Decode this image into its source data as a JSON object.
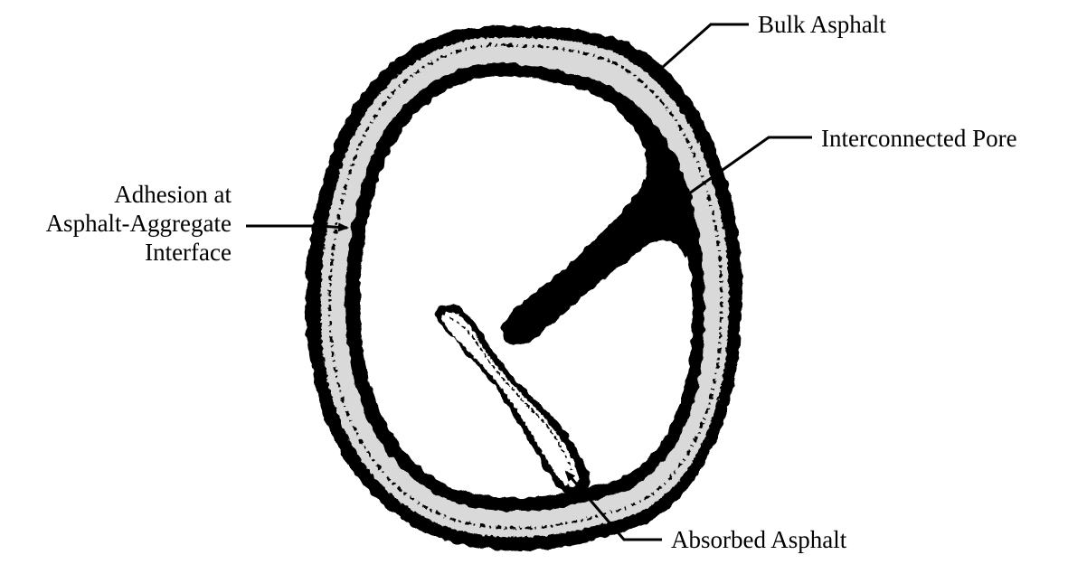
{
  "labels": {
    "bulk_asphalt": "Bulk Asphalt",
    "interconnected_pore": "Interconnected Pore",
    "adhesion_line1": "Adhesion at",
    "adhesion_line2": "Asphalt-Aggregate",
    "adhesion_line3": "Interface",
    "absorbed_asphalt": "Absorbed Asphalt"
  },
  "colors": {
    "ink": "#000000",
    "background": "#ffffff"
  }
}
